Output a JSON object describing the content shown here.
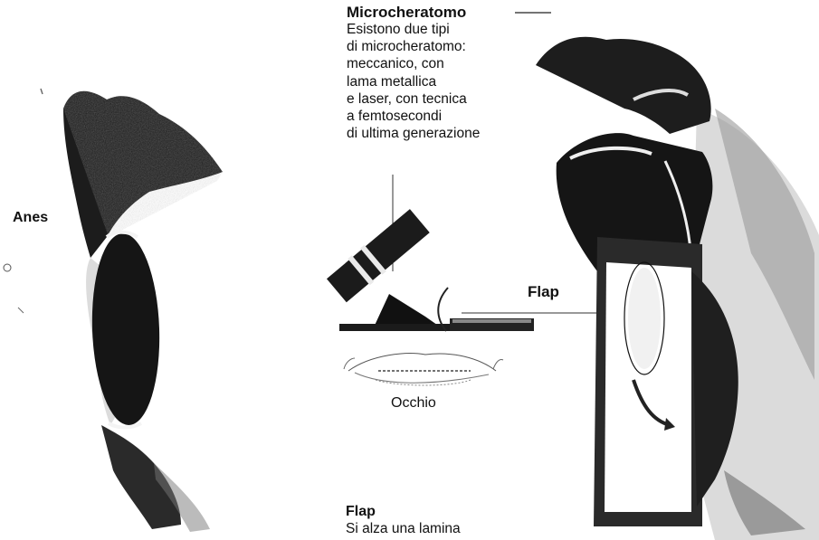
{
  "microcheratomo": {
    "title": "Microcheratomo",
    "lines": [
      "Esistono due tipi",
      "di microcheratomo:",
      "meccanico, con",
      "lama metallica",
      "e laser, con tecnica",
      "a femtosecondi",
      "di ultima generazione"
    ]
  },
  "left_label": "Anes",
  "flap_label": "Flap",
  "eye_label": "Occhio",
  "flap_caption": {
    "title": "Flap",
    "text": "Si alza una lamina"
  }
}
